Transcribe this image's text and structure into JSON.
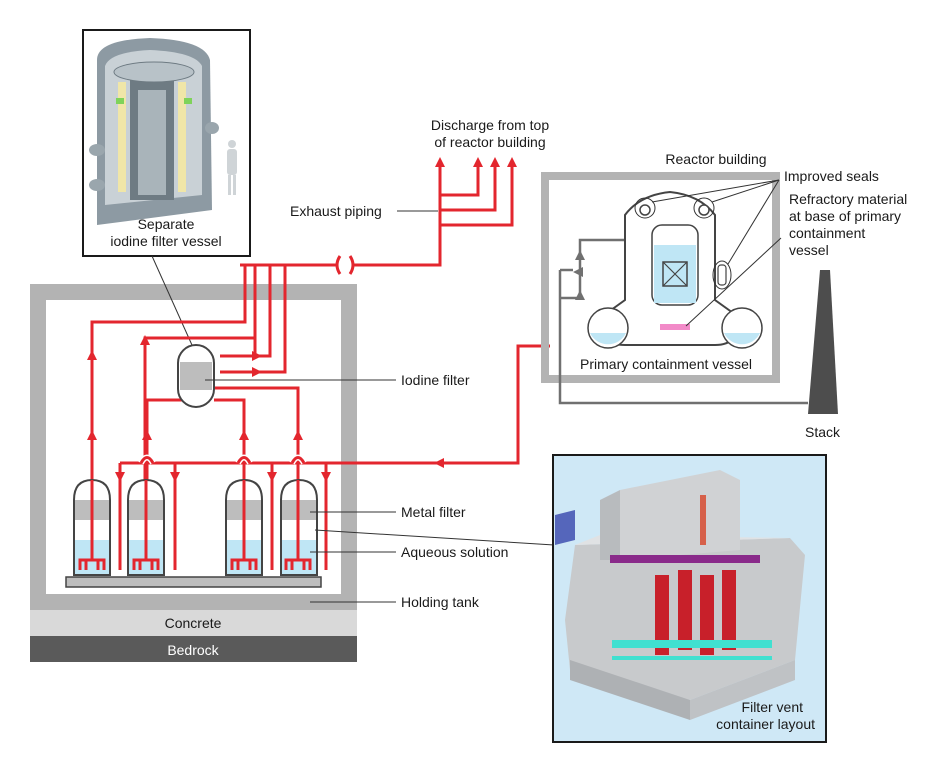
{
  "labels": {
    "separate_vessel_1": "Separate",
    "separate_vessel_2": "iodine filter vessel",
    "discharge_1": "Discharge from top",
    "discharge_2": "of reactor building",
    "exhaust_piping": "Exhaust piping",
    "reactor_building": "Reactor building",
    "improved_seals": "Improved seals",
    "refractory_1": "Refractory material",
    "refractory_2": "at base of primary",
    "refractory_3": "containment",
    "refractory_4": "vessel",
    "primary_containment": "Primary containment vessel",
    "iodine_filter": "Iodine filter",
    "stack": "Stack",
    "metal_filter": "Metal filter",
    "aqueous_solution": "Aqueous solution",
    "holding_tank": "Holding tank",
    "concrete": "Concrete",
    "bedrock": "Bedrock",
    "layout_1": "Filter vent",
    "layout_2": "container layout"
  },
  "colors": {
    "pipe": "#e3262e",
    "building": "#b3b3b3",
    "concrete": "#d9d9d9",
    "bedrock": "#5a5a5a",
    "water": "#bfe6f5",
    "layout_bg": "#cfe8f6"
  }
}
